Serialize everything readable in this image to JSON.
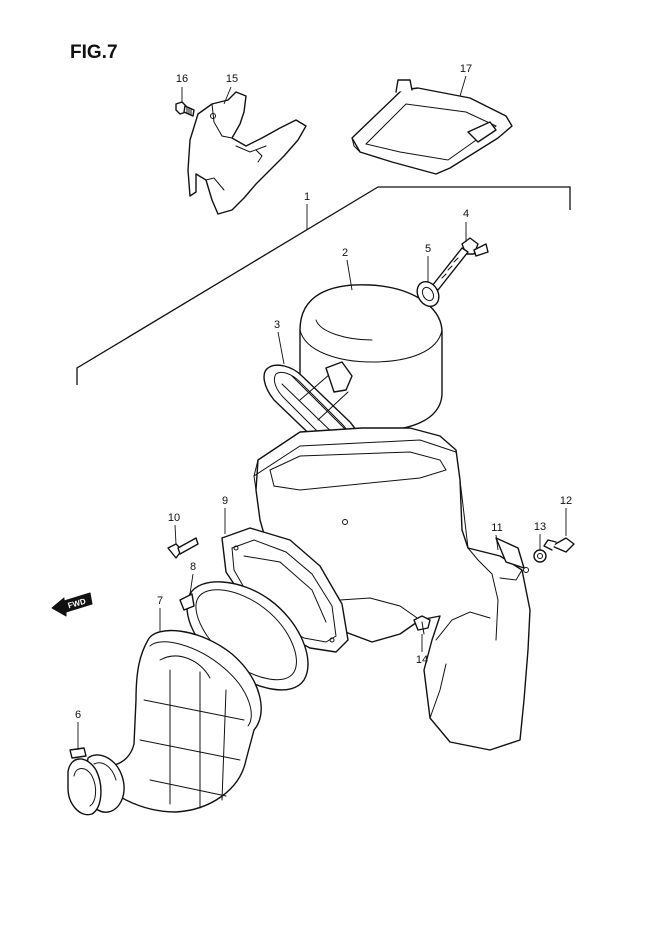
{
  "figure": {
    "title": "FIG.7"
  },
  "fwd_arrow": {
    "label": "FWD"
  },
  "callouts": [
    {
      "id": "1",
      "label": "1"
    },
    {
      "id": "2",
      "label": "2"
    },
    {
      "id": "3",
      "label": "3"
    },
    {
      "id": "4",
      "label": "4"
    },
    {
      "id": "5",
      "label": "5"
    },
    {
      "id": "6",
      "label": "6"
    },
    {
      "id": "7",
      "label": "7"
    },
    {
      "id": "8",
      "label": "8"
    },
    {
      "id": "9",
      "label": "9"
    },
    {
      "id": "10",
      "label": "10"
    },
    {
      "id": "11",
      "label": "11"
    },
    {
      "id": "12",
      "label": "12"
    },
    {
      "id": "13",
      "label": "13"
    },
    {
      "id": "14",
      "label": "14"
    },
    {
      "id": "15",
      "label": "15"
    },
    {
      "id": "16",
      "label": "16"
    },
    {
      "id": "17",
      "label": "17"
    }
  ]
}
